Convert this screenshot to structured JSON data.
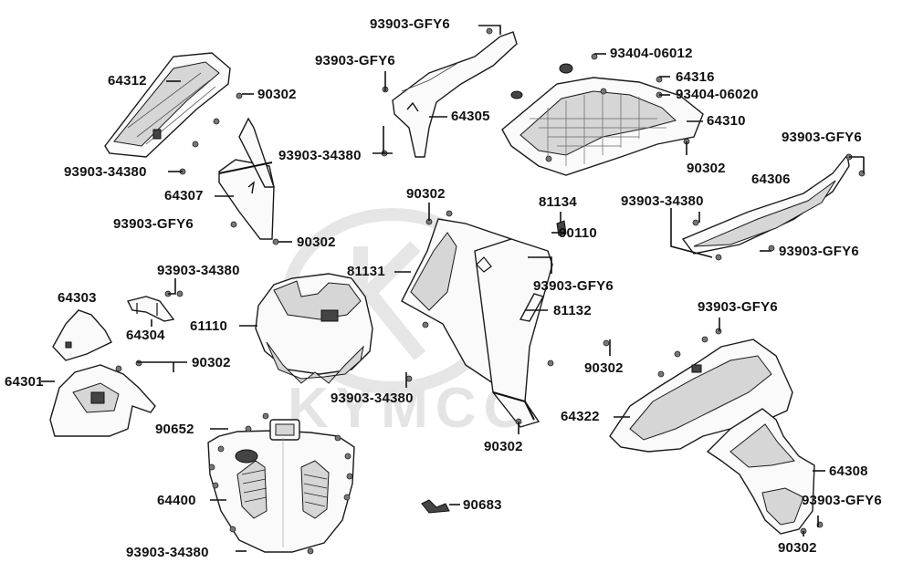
{
  "brand": "KYMCO",
  "labels": {
    "l01": "93903-GFY6",
    "l02": "93903-GFY6",
    "l03": "93404-06012",
    "l04": "64316",
    "l05": "93404-06020",
    "l06": "64312",
    "l07": "90302",
    "l08": "64305",
    "l09": "64310",
    "l10": "93903-GFY6",
    "l11": "93903-34380",
    "l12": "90302",
    "l13": "93903-34380",
    "l14": "64306",
    "l15": "64307",
    "l16": "90302",
    "l17": "81134",
    "l18": "93903-34380",
    "l19": "93903-GFY6",
    "l20": "90302",
    "l21": "90110",
    "l22": "93903-GFY6",
    "l23": "81131",
    "l24": "93903-34380",
    "l25": "93903-GFY6",
    "l26": "64303",
    "l27": "61110",
    "l28": "81132",
    "l29": "64304",
    "l30": "93903-GFY6",
    "l31": "90302",
    "l32": "90302",
    "l33": "64301",
    "l34": "93903-34380",
    "l35": "64322",
    "l36": "90652",
    "l37": "90302",
    "l38": "64308",
    "l39": "64400",
    "l40": "90683",
    "l41": "93903-GFY6",
    "l42": "93903-34380",
    "l43": "90302"
  }
}
